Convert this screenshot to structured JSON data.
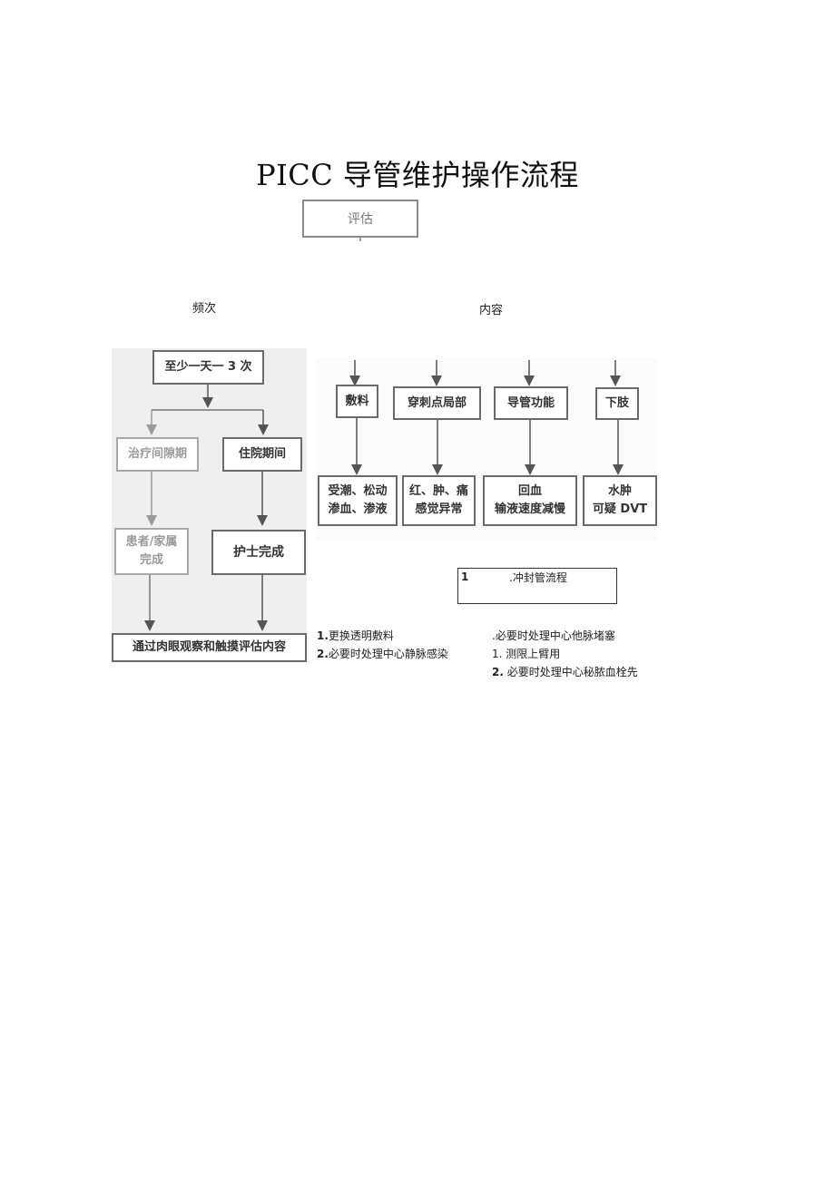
{
  "title": "PICC 导管维护操作流程",
  "assess": "评估",
  "freq_label": "频次",
  "content_label": "内容",
  "frequency": {
    "top": "至少一天一 3 次",
    "treatment_interval": "治疗间隙期",
    "inpatient": "住院期间",
    "patient_family": [
      "患者/家属",
      "完成"
    ],
    "nurse": "护士完成",
    "bottom": "通过肉眼观察和触摸评估内容"
  },
  "content": {
    "categories": [
      "敷料",
      "穿刺点局部",
      "导管功能",
      "下肢"
    ],
    "findings": [
      [
        "受潮、松动",
        "渗血、渗液"
      ],
      [
        "红、肿、痛",
        "感觉异常"
      ],
      [
        "回血",
        "输液速度减慢"
      ],
      [
        "水肿",
        "可疑 DVT"
      ]
    ]
  },
  "flush": {
    "num": "1",
    "text": ".冲封管流程"
  },
  "notes_left": [
    {
      "num": "1.",
      "text": "更换透明敷料"
    },
    {
      "num": "2.",
      "text": "必要时处理中心静脉感染"
    }
  ],
  "notes_right": [
    {
      "num": "",
      "text": ".必要时处理中心他脉堵塞"
    },
    {
      "num": "",
      "text": "1. 测限上臂用"
    },
    {
      "num": "2.",
      "text": " 必要时处理中心秘脓血栓先"
    }
  ]
}
